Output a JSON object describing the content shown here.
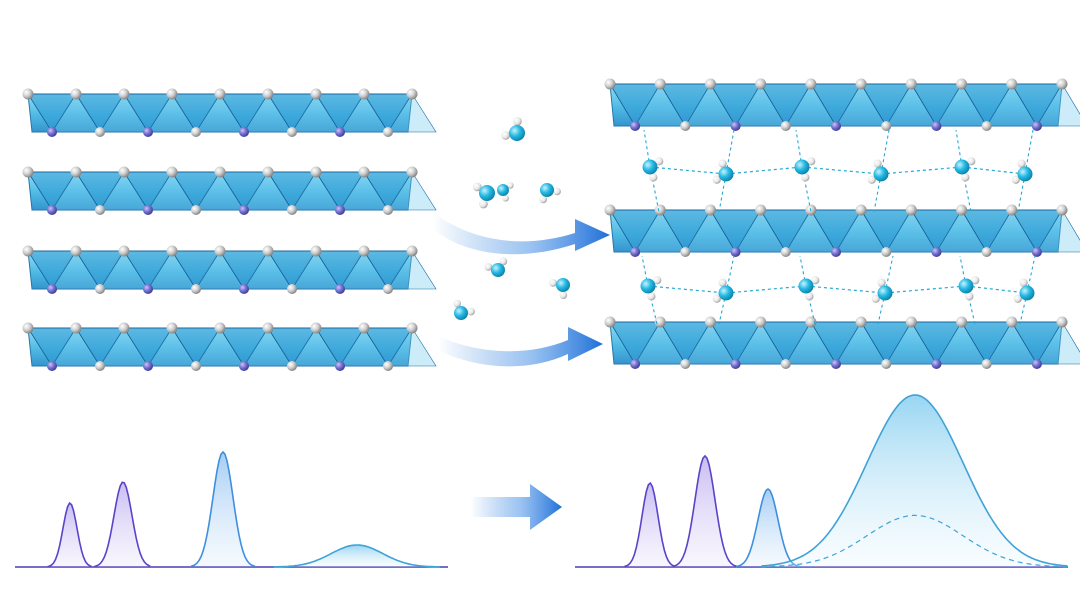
{
  "scene": {
    "left_layers": 4,
    "right_layers": 3,
    "water_rows_between_layers": 2,
    "colors": {
      "background": "#ffffff",
      "sheet_light": "#7fd3ef",
      "sheet_mid": "#46b6e3",
      "sheet_dark": "#1e7fbd",
      "sheet_edge": "#0f5f96",
      "top_atom": "#c9c9c9",
      "bottom_atom": "#6c68c7",
      "water_oxygen": "#22b8e0",
      "water_hydrogen": "#e9e9e9",
      "hbond": "#21a9d8",
      "arrow": "#2f7fe0",
      "peak_purple": "#5b43c9",
      "peak_blue": "#3f8fe0",
      "peak_broad": "#8fd2f2"
    },
    "left_spectrum_peaks": [
      "narrow-purple",
      "purple",
      "blue",
      "broad-weak"
    ],
    "right_spectrum_peaks": [
      "narrow-purple",
      "purple",
      "blue",
      "broad-strong"
    ]
  }
}
